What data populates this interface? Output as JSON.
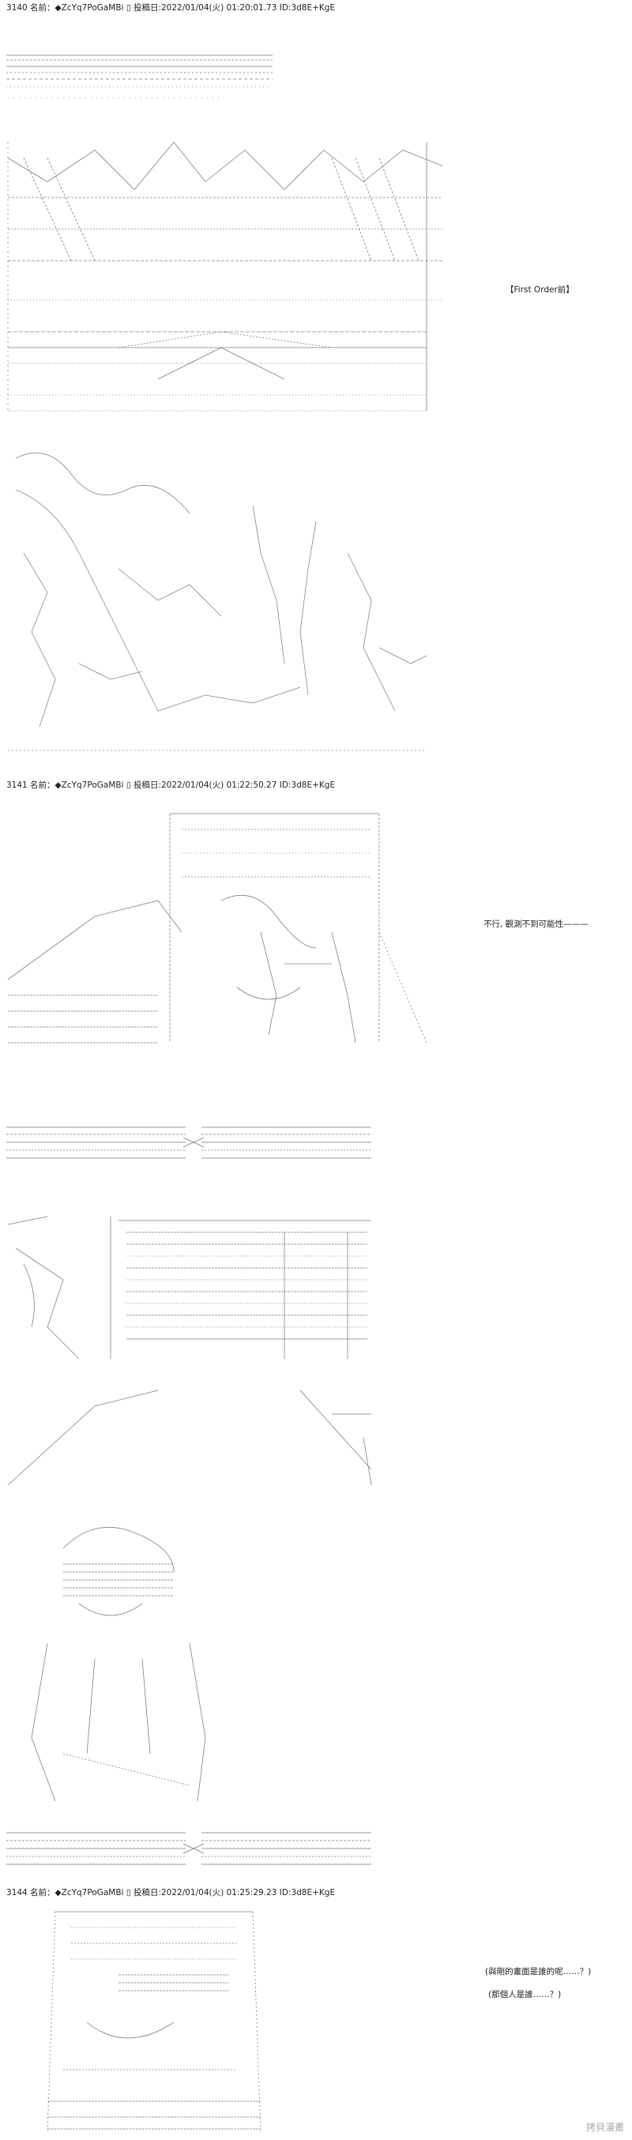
{
  "posts": [
    {
      "header": "3140 名前：◆ZcYq7PoGaMBi ▯ 投稿日:2022/01/04(火) 01:20:01.73 ID:3d8E+KgE"
    },
    {
      "header": "3141 名前：◆ZcYq7PoGaMBi ▯ 投稿日:2022/01/04(火) 01:22:50.27 ID:3d8E+KgE"
    },
    {
      "header": "3144 名前：◆ZcYq7PoGaMBi ▯ 投稿日:2022/01/04(火) 01:25:29.23 ID:3d8E+KgE"
    }
  ],
  "captions": {
    "first_order": "【First Order前】",
    "impossible": "不行, 觀測不到可能性———",
    "screen_owner": "(與剛的畫面是誰的呢……？)",
    "who_person": "(那個人是誰……？)"
  },
  "watermark": "拷貝漫畫"
}
